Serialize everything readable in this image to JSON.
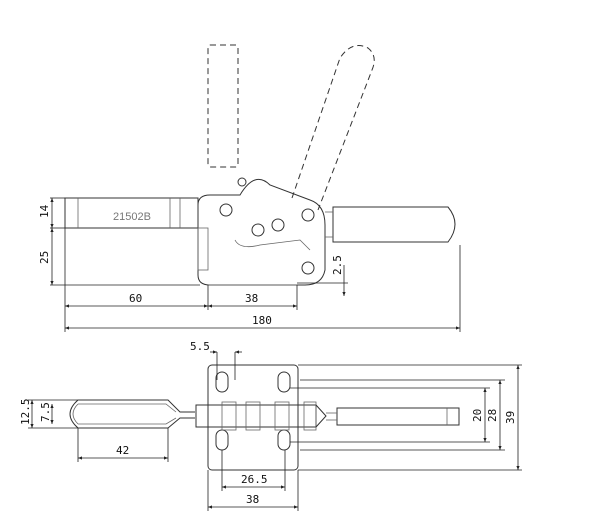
{
  "part_label": "21502B",
  "side_view": {
    "dimensions": {
      "bar_height": "14",
      "body_height": "25",
      "bar_length": "60",
      "base_width": "38",
      "total_length": "180",
      "offset": "2.5"
    }
  },
  "top_view": {
    "dimensions": {
      "slot_width": "5.5",
      "loop_outer": "12.5",
      "loop_inner": "7.5",
      "loop_length": "42",
      "hole_spacing": "26.5",
      "plate_width": "38",
      "slot_inner": "20",
      "slot_outer": "28",
      "plate_height": "39"
    }
  }
}
